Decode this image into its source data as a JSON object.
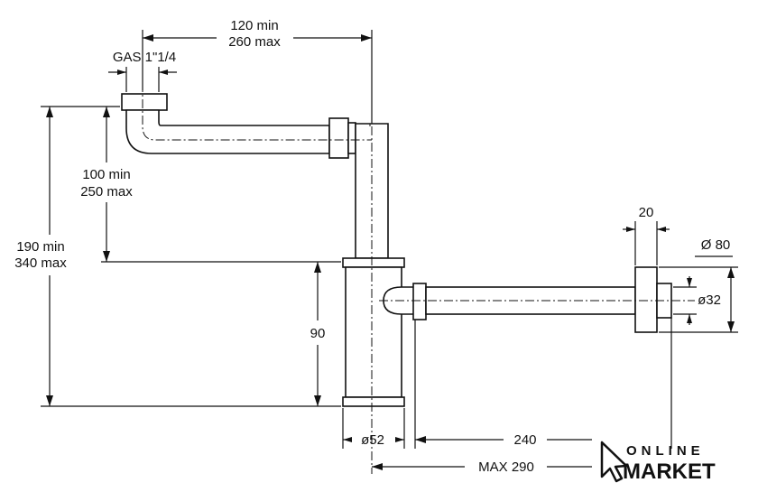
{
  "dimensions": {
    "horizontal_top": [
      "120 min",
      "260 max"
    ],
    "gas": "GAS 1\"1/4",
    "left_outer": [
      "190 min",
      "340 max"
    ],
    "left_inner": [
      "100 min",
      "250 max"
    ],
    "height_bottle": "90",
    "dia_bottle": "ø52",
    "width_flange": "20",
    "dia_flange": "Ø 80",
    "dia_tube": "ø32",
    "dist_240": "240",
    "dist_max290": "MAX 290"
  },
  "logo": {
    "line1": "ONLINE",
    "line2": "MARKET"
  }
}
